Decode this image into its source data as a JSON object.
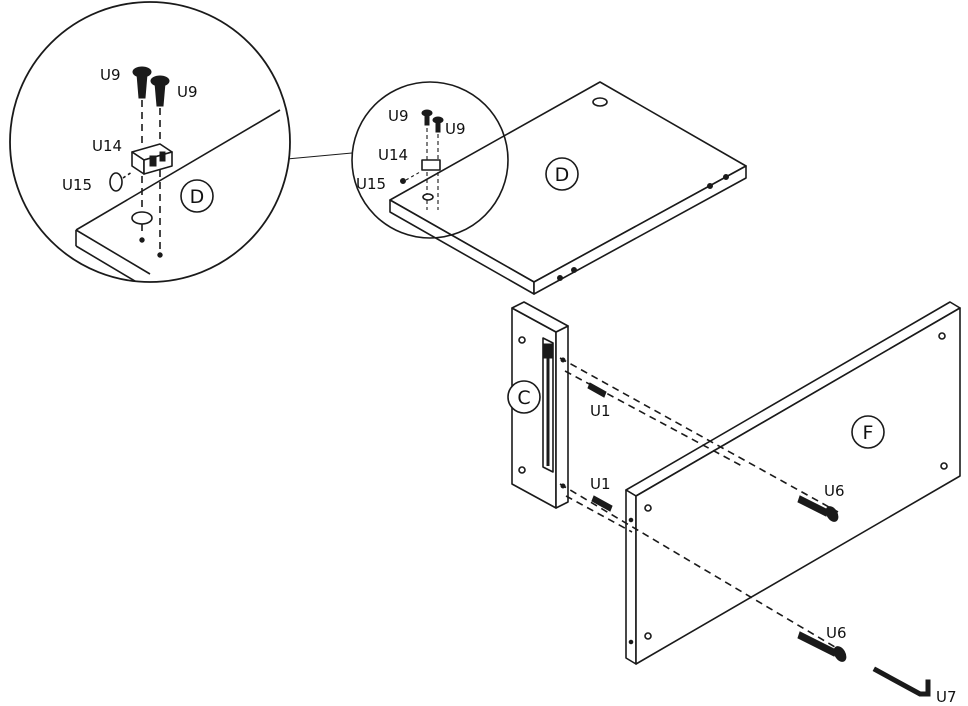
{
  "parts": {
    "D": "D",
    "C": "C",
    "F": "F"
  },
  "hardware": {
    "U9": "U9",
    "U14": "U14",
    "U15": "U15",
    "U1": "U1",
    "U6": "U6",
    "U7": "U7"
  },
  "colors": {
    "line": "#1a1a1a",
    "paper": "#ffffff"
  }
}
